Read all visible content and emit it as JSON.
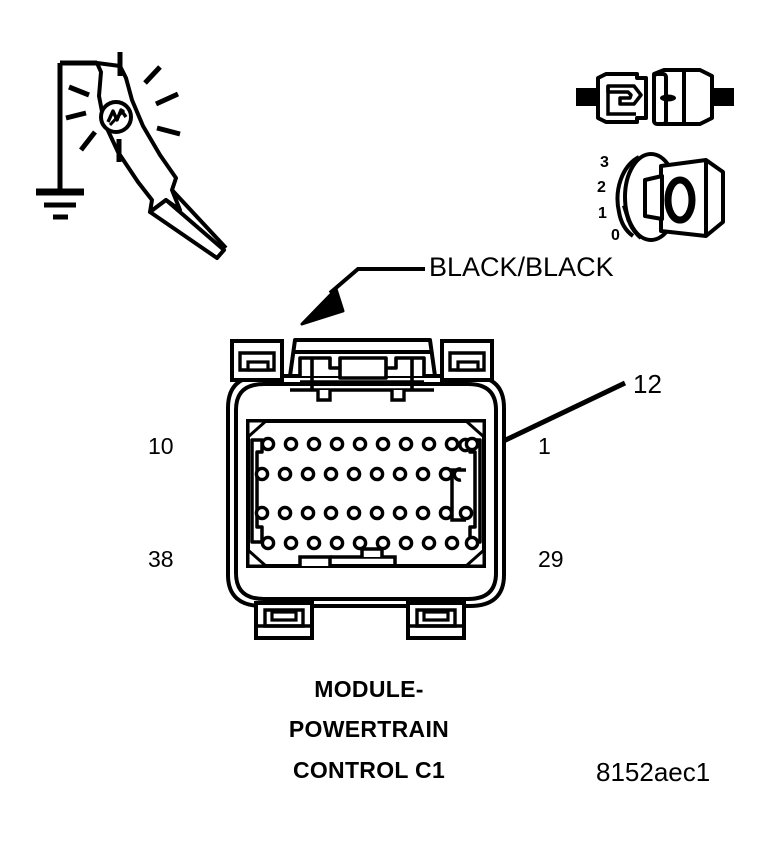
{
  "diagram": {
    "title_lines": [
      "MODULE-",
      "POWERTRAIN",
      "CONTROL C1"
    ],
    "reference_code": "8152aec1",
    "wire_label": "BLACK/BLACK",
    "pin_callout": "12",
    "connector_corner_pins": {
      "top_left": "10",
      "top_right": "1",
      "bottom_left": "38",
      "bottom_right": "29"
    },
    "ignition_positions": [
      "3",
      "2",
      "1",
      "0"
    ],
    "icons": {
      "test_light": "test-light-probe-icon",
      "ground": "ground-symbol-icon",
      "inline_connector": "inline-connector-icon",
      "ignition_switch": "ignition-key-switch-icon",
      "pcm_connector": "pcm-connector-icon",
      "wire_arrow": "leader-arrow-icon",
      "pin_arrow": "pin-callout-arrow-icon"
    },
    "colors": {
      "stroke": "#000000",
      "background": "#ffffff",
      "fill": "#000000"
    },
    "pin_rows": [
      11,
      10,
      10,
      11
    ]
  }
}
